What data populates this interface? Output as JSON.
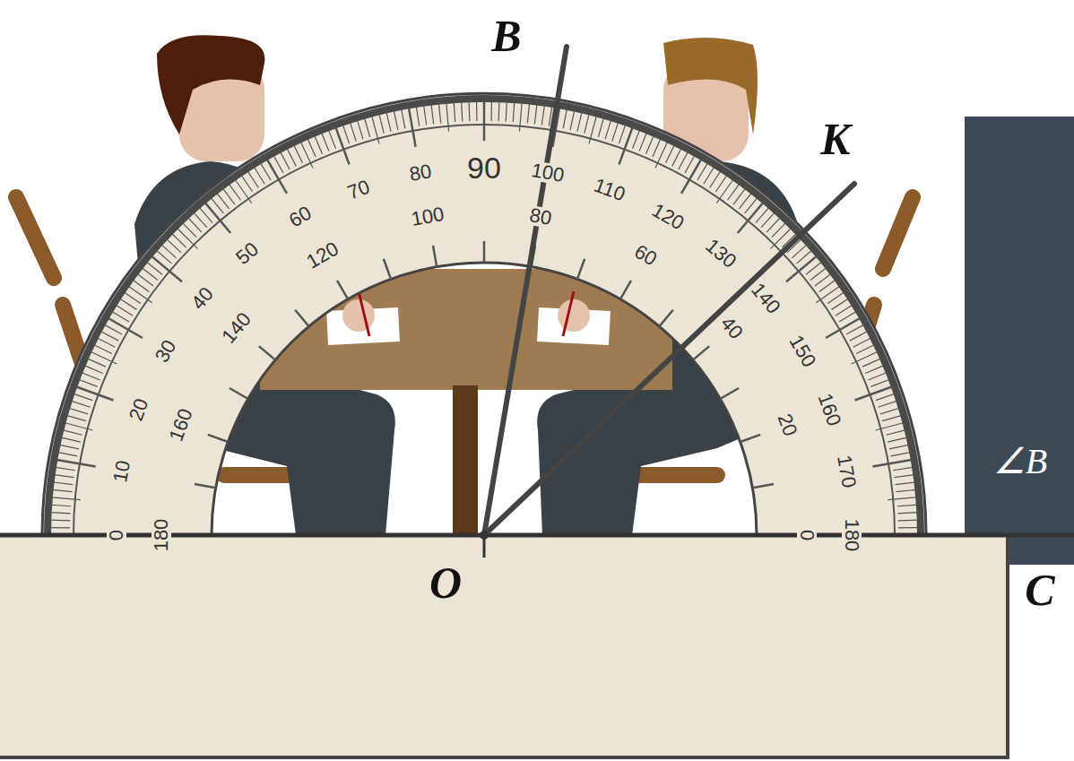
{
  "diagram": {
    "labels": [
      "B",
      "K",
      "O",
      "C",
      "0",
      "10",
      "20",
      "30",
      "40",
      "50",
      "60",
      "70",
      "80",
      "90",
      "100",
      "110",
      "120",
      "130",
      "140",
      "150",
      "160",
      "170",
      "180",
      "180",
      "160",
      "140",
      "120",
      "100",
      "80",
      "60",
      "40",
      "20",
      "0",
      "∠B"
    ]
  }
}
